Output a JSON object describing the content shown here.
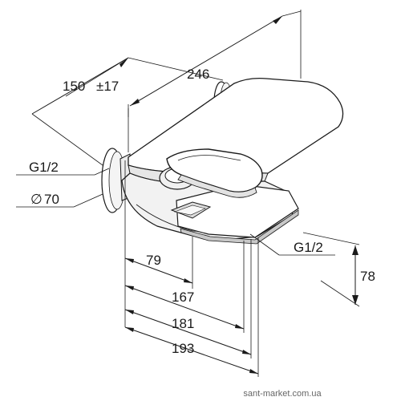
{
  "dimensions": {
    "overall_length": "246",
    "projection_nominal": "150",
    "projection_tolerance": "±17",
    "thread_top": "G1/2",
    "escutcheon_diameter": "70",
    "thread_outlet": "G1/2",
    "outlet_height": "78",
    "dim_79": "79",
    "dim_167": "167",
    "dim_181": "181",
    "dim_193": "193"
  },
  "symbols": {
    "diameter": "∅"
  },
  "watermark": "sant-market.com.ua",
  "colors": {
    "line": "#1a1a1a",
    "background": "#ffffff",
    "fixture_shade": "#e6e6e6",
    "fixture_shade_dark": "#c8c8c8"
  }
}
